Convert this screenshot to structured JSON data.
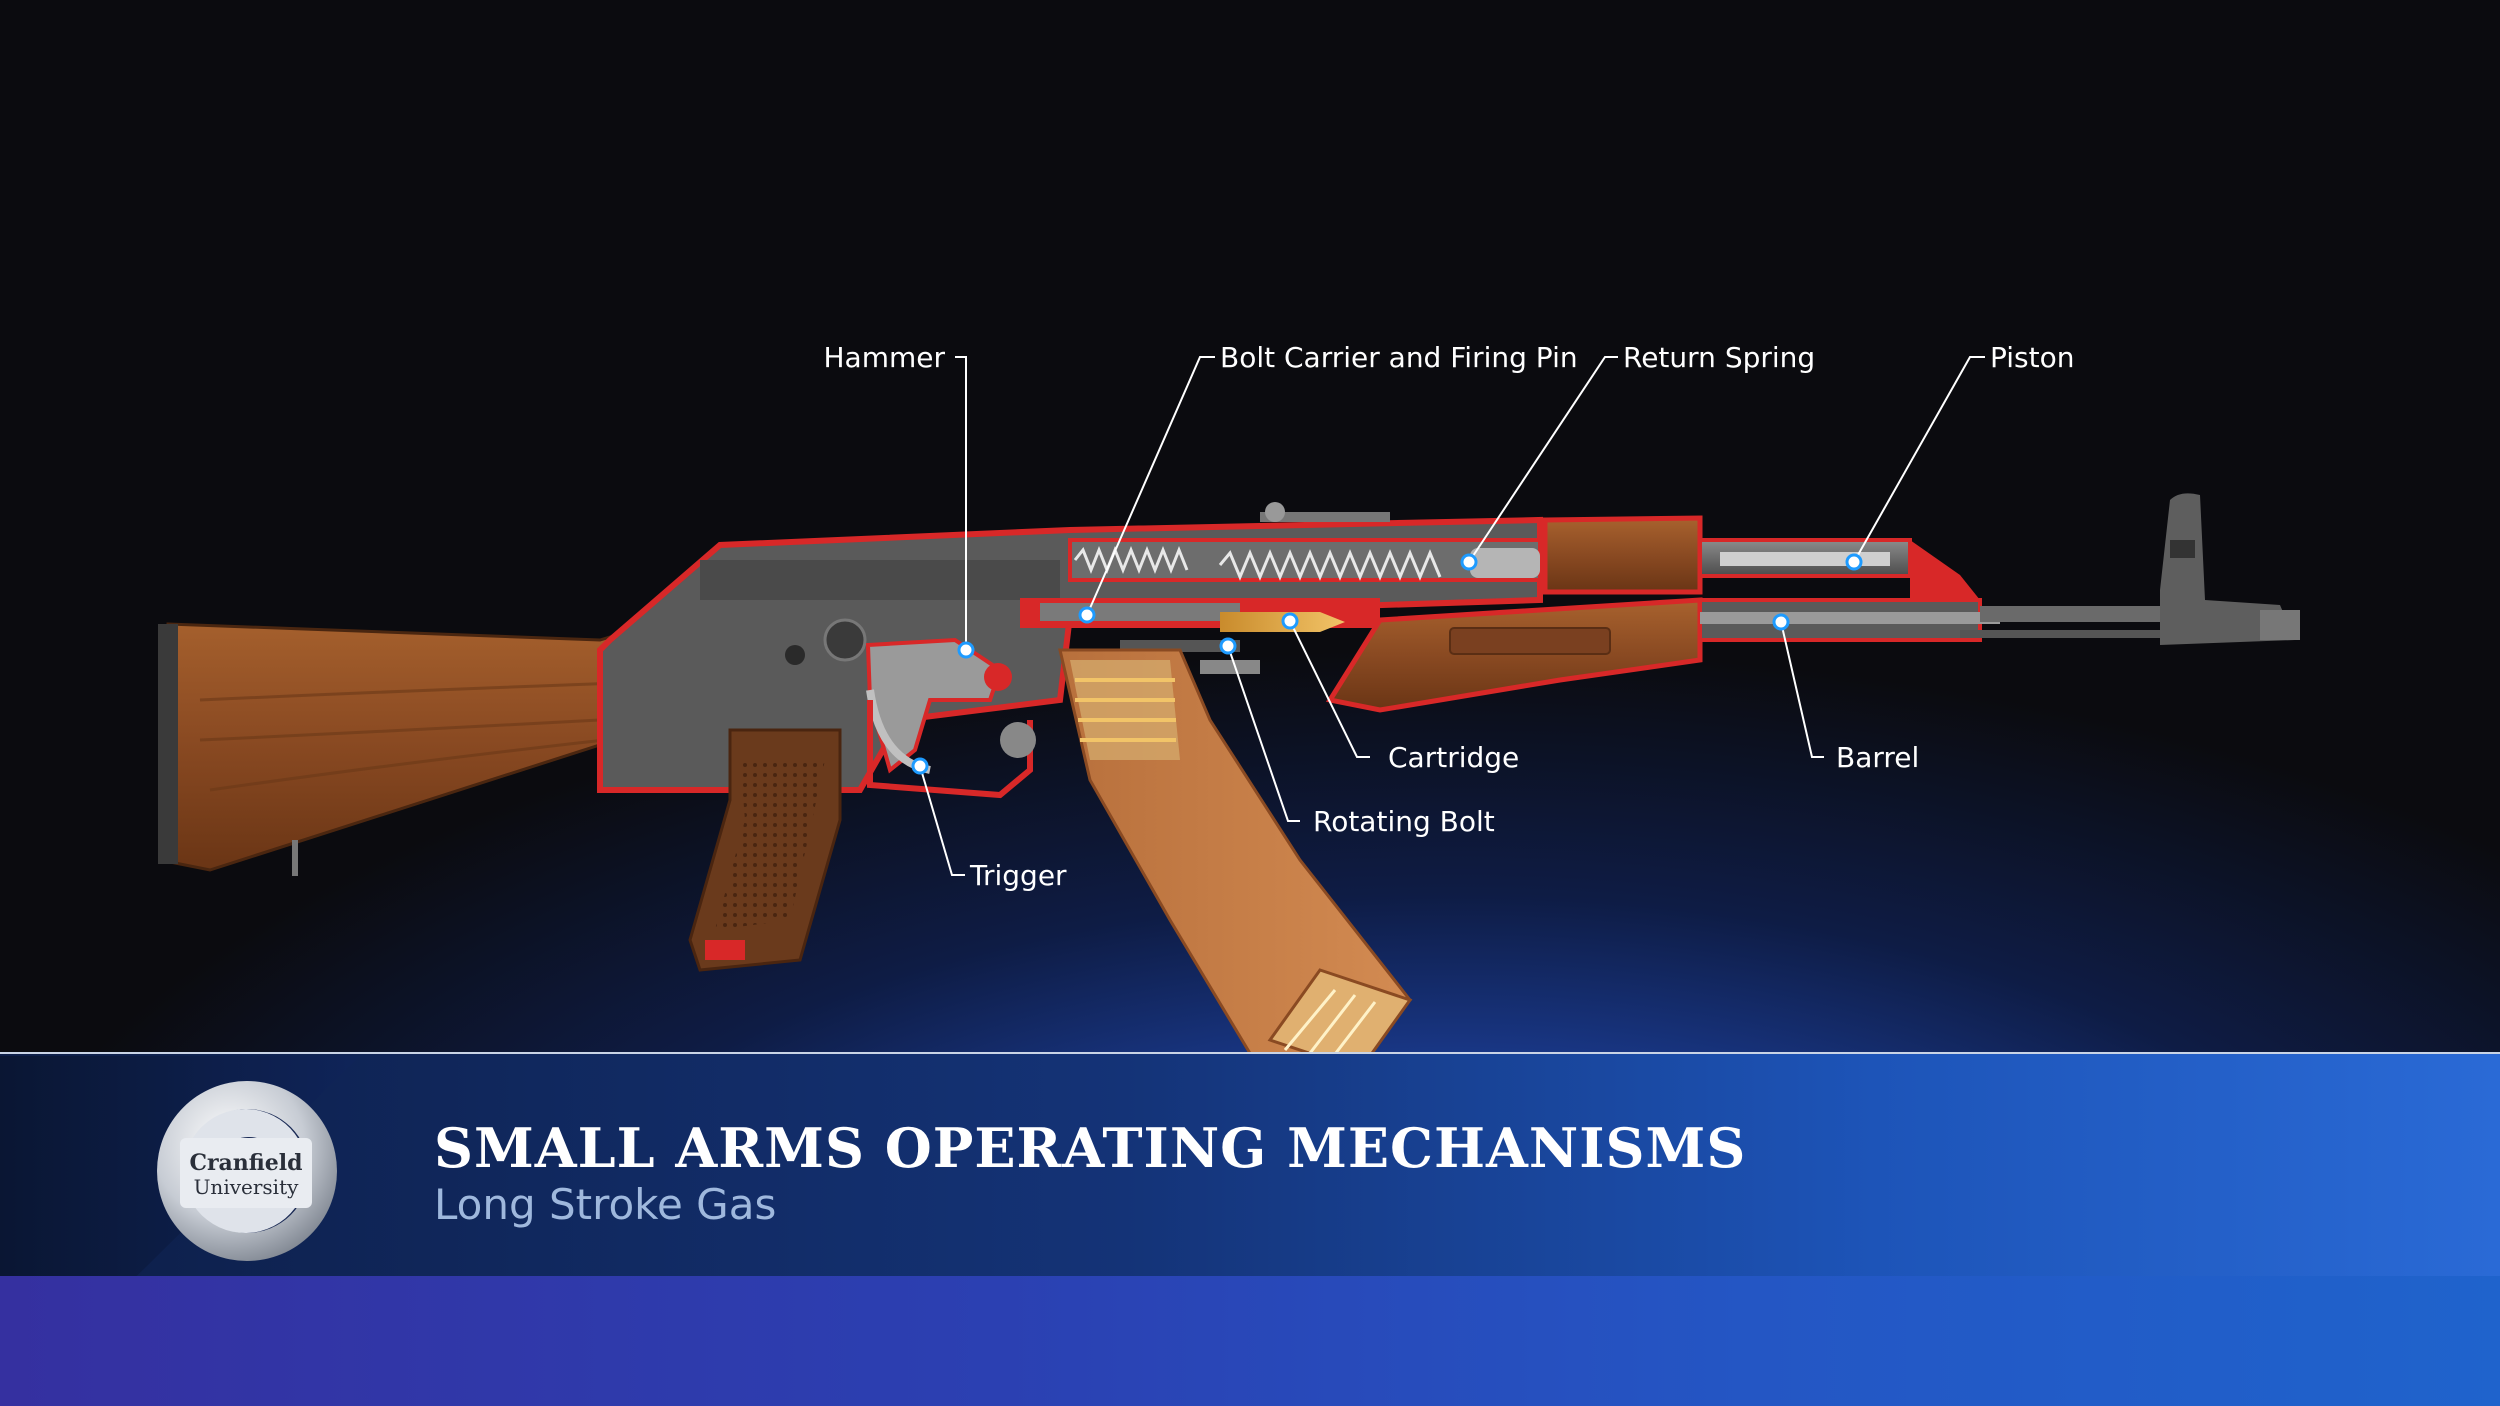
{
  "diagram": {
    "subject": "AK-47 cutaway",
    "callouts": [
      {
        "id": "hammer",
        "label": "Hammer"
      },
      {
        "id": "bolt-carrier",
        "label": "Bolt Carrier and Firing Pin"
      },
      {
        "id": "return-spring",
        "label": "Return Spring"
      },
      {
        "id": "piston",
        "label": "Piston"
      },
      {
        "id": "cartridge",
        "label": "Cartridge"
      },
      {
        "id": "barrel",
        "label": "Barrel"
      },
      {
        "id": "rotating-bolt",
        "label": "Rotating Bolt"
      },
      {
        "id": "trigger",
        "label": "Trigger"
      }
    ]
  },
  "banner": {
    "title": "SMALL ARMS OPERATING MECHANISMS",
    "subtitle": "Long Stroke Gas"
  },
  "logo": {
    "line1": "Cranfield",
    "line2": "University"
  },
  "colors": {
    "wood": "#8a4a22",
    "cutaway_red": "#d82828",
    "metal": "#6b6b6b",
    "callout_dot": "#1e9bff"
  }
}
